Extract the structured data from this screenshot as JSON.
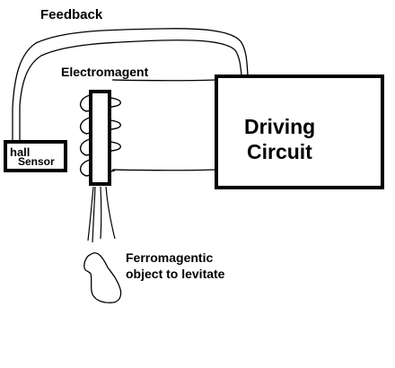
{
  "labels": {
    "feedback": "Feedback",
    "electromagnet": "Electromagent",
    "driving_circuit": [
      "Driving",
      "Circuit"
    ],
    "hall": "hall",
    "sensor": "Sensor",
    "object": [
      "Ferromagentic",
      "object to levitate"
    ]
  },
  "colors": {
    "ink": "#000000",
    "background": "#ffffff"
  }
}
